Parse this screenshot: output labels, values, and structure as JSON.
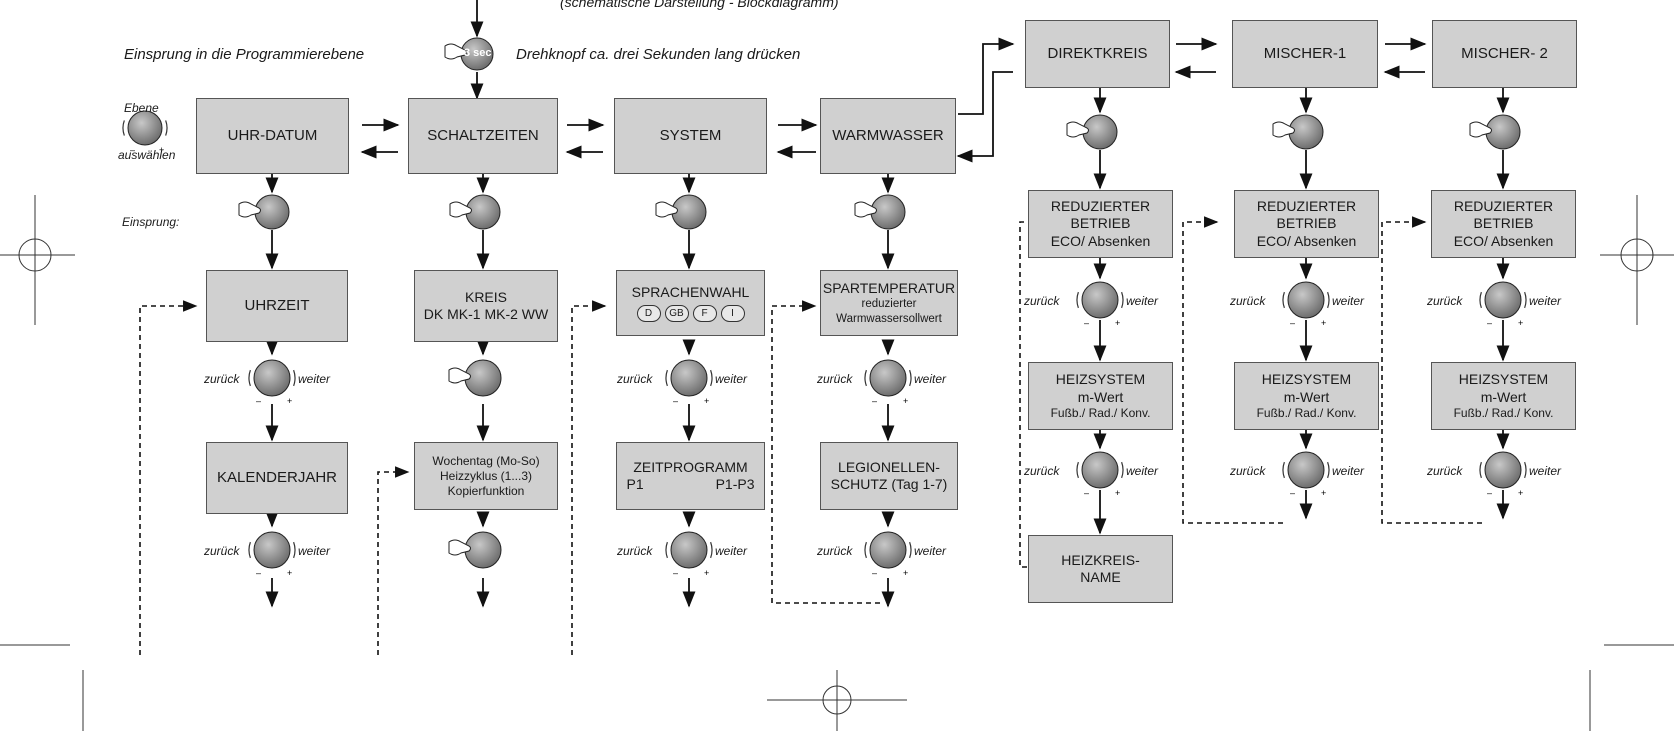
{
  "top_note": "(schematische Darstellung - Blockdiagramm)",
  "header": {
    "entry_label": "Einsprung in die Programmierebene",
    "press_label": "Drehknopf ca. drei Sekunden lang drücken",
    "sec_badge": "3 sec"
  },
  "side": {
    "ebene": "Ebene",
    "auswaehlen": "auswählen",
    "einsprung": "Einsprung:"
  },
  "nav": {
    "back": "zurück",
    "next": "weiter"
  },
  "level_boxes": {
    "uhr_datum": "UHR-DATUM",
    "schaltzeiten": "SCHALTZEITEN",
    "system": "SYSTEM",
    "warmwasser": "WARMWASSER",
    "direktkreis": "DIREKTKREIS",
    "mischer1": "MISCHER-1",
    "mischer2": "MISCHER- 2"
  },
  "col1": {
    "uhrzeit": "UHRZEIT",
    "kalenderjahr": "KALENDERJAHR"
  },
  "col2": {
    "kreis": [
      "KREIS",
      "DK MK-1 MK-2 WW"
    ],
    "wochentag": [
      "Wochentag (Mo-So)",
      "Heizzyklus (1...3)",
      "Kopierfunktion"
    ]
  },
  "col3": {
    "sprachenwahl": "SPRACHENWAHL",
    "languages": [
      "D",
      "GB",
      "F",
      "I"
    ],
    "zeitprogramm": "ZEITPROGRAMM",
    "zp_left": "P1",
    "zp_right": "P1-P3"
  },
  "col4": {
    "spartemp": [
      "SPARTEMPERATUR",
      "reduzierter",
      "Warmwassersollwert"
    ],
    "legionellen": [
      "LEGIONELLEN-",
      "SCHUTZ (Tag 1-7)"
    ]
  },
  "circuit": {
    "reduziert": [
      "REDUZIERTER",
      "BETRIEB",
      "ECO/ Absenken"
    ],
    "heizsystem": [
      "HEIZSYSTEM",
      "m-Wert",
      "Fußb./ Rad./ Konv."
    ],
    "heizkreisname": [
      "HEIZKREIS-",
      "NAME"
    ]
  },
  "colors": {
    "box_fill": "#d0d0d0",
    "line": "#111111",
    "knob": "#8a8a8a"
  }
}
